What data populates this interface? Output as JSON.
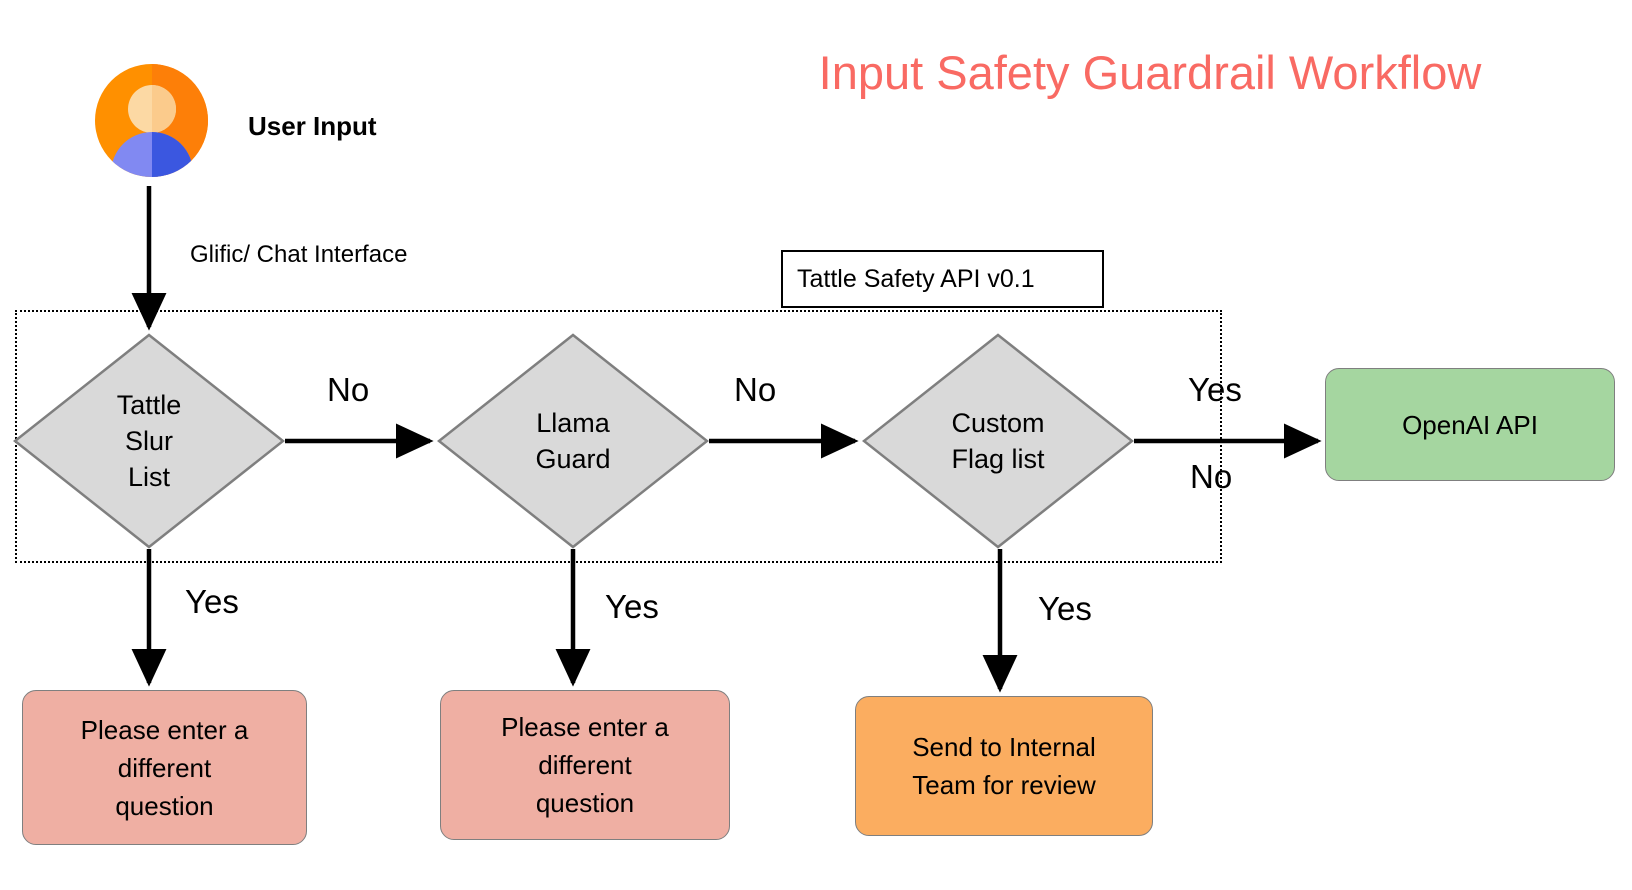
{
  "title": "Input Safety Guardrail Workflow",
  "colors": {
    "title": "#f96a63",
    "diamond_fill": "#d9d9d9",
    "diamond_stroke": "#7f7f7f",
    "green_box": "#a5d6a0",
    "pink_box": "#efafa3",
    "orange_box": "#fbad60",
    "avatar_orange": "#ff9000",
    "avatar_orange_dark": "#fd7f08",
    "avatar_head": "#fcd9a4",
    "avatar_body": "#8189f2",
    "avatar_body_dark": "#3b57e0",
    "edge": "#000000"
  },
  "source": {
    "icon": "user-avatar-icon",
    "label": "User Input"
  },
  "labels": {
    "channel": "Glific/ Chat Interface",
    "api_box": "Tattle Safety API v0.1"
  },
  "decisions": [
    {
      "id": "tattle-slur-list",
      "label": "Tattle\nSlur\nList"
    },
    {
      "id": "llama-guard",
      "label": "Llama\nGuard"
    },
    {
      "id": "custom-flag-list",
      "label": "Custom\nFlag list"
    }
  ],
  "outcomes": {
    "openai": "OpenAI API",
    "pink_1": "Please enter a\ndifferent\nquestion",
    "pink_2": "Please enter a\ndifferent\nquestion",
    "orange": "Send to Internal\nTeam for review"
  },
  "edge_labels": {
    "no_1": "No",
    "no_2": "No",
    "yes_right": "Yes",
    "no_right": "No",
    "yes_1": "Yes",
    "yes_2": "Yes",
    "yes_3": "Yes"
  }
}
